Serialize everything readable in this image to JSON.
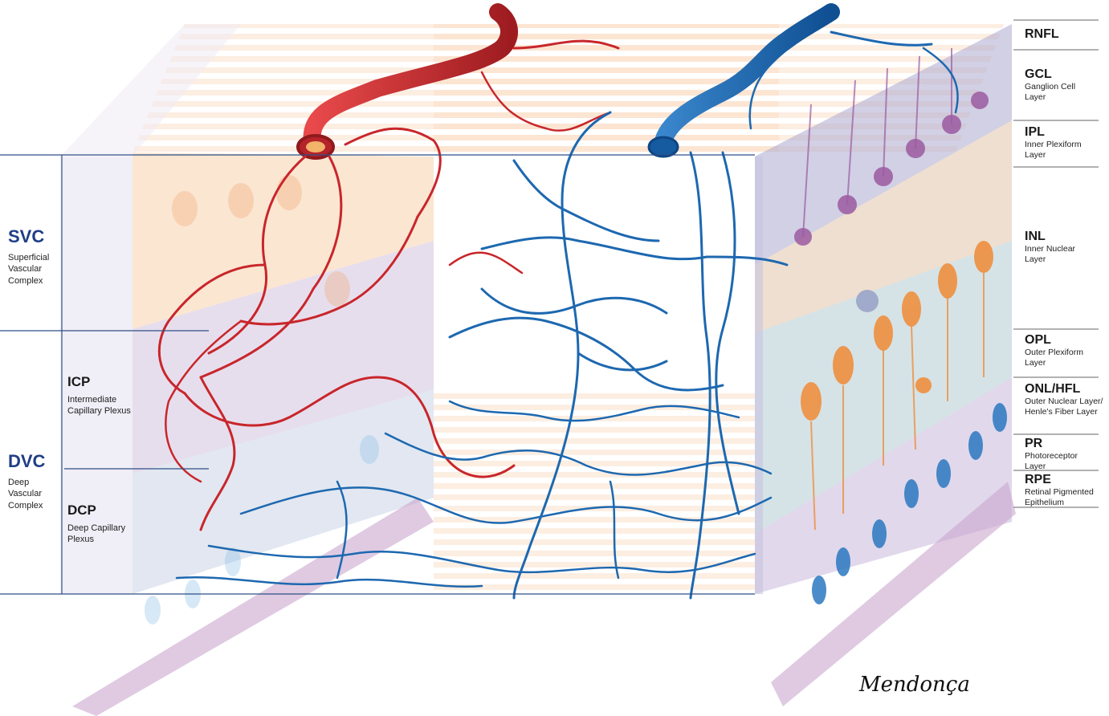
{
  "left_groups": {
    "svc": {
      "abbr": "SVC",
      "name": "Superficial Vascular Complex"
    },
    "dvc": {
      "abbr": "DVC",
      "name": "Deep Vascular Complex"
    },
    "icp": {
      "abbr": "ICP",
      "name": "Intermediate Capillary Plexus"
    },
    "dcp": {
      "abbr": "DCP",
      "name": "Deep Capillary Plexus"
    }
  },
  "layers": [
    {
      "abbr": "RNFL",
      "name": ""
    },
    {
      "abbr": "GCL",
      "name": "Ganglion Cell Layer"
    },
    {
      "abbr": "IPL",
      "name": "Inner Plexiform Layer"
    },
    {
      "abbr": "INL",
      "name": "Inner Nuclear Layer"
    },
    {
      "abbr": "OPL",
      "name": "Outer Plexiform Layer"
    },
    {
      "abbr": "ONL/HFL",
      "name": "Outer Nuclear Layer/ Henle's Fiber Layer"
    },
    {
      "abbr": "PR",
      "name": "Photoreceptor Layer"
    },
    {
      "abbr": "RPE",
      "name": "Retinal Pigmented Epithelium"
    }
  ],
  "signature": "Mendonça",
  "colors": {
    "artery": "#c8262b",
    "vein": "#1d68b0",
    "label_blue": "#1f3e86",
    "layer_orange": "#f6c79b",
    "layer_violet": "#a9a6cf",
    "layer_teal": "#bfe0dc"
  }
}
